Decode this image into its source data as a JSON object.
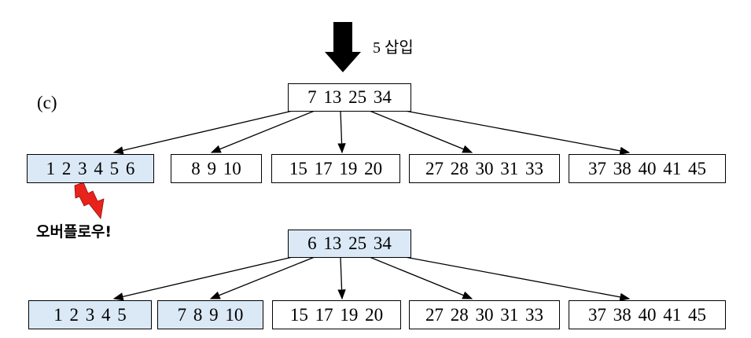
{
  "header": {
    "insert_label": "5 삽입"
  },
  "step_label": "(c)",
  "before": {
    "root": "7 13 25 34",
    "children": [
      "1 2 3 4 5 6",
      "8 9 10",
      "15 17 19 20",
      "27 28 30 31 33",
      "37 38 40 41 45"
    ]
  },
  "overflow_label": "오버플로우!",
  "after": {
    "root": "6 13 25 34",
    "children": [
      "1 2 3 4 5",
      "7 8 9 10",
      "15 17 19 20",
      "27 28 30 31 33",
      "37 38 40 41 45"
    ]
  },
  "colors": {
    "highlight": "#dbe9f7",
    "lightning": "#e8231c",
    "arrow": "#000000"
  },
  "icons": {
    "down_arrow": "down-arrow-icon",
    "lightning": "lightning-icon"
  }
}
